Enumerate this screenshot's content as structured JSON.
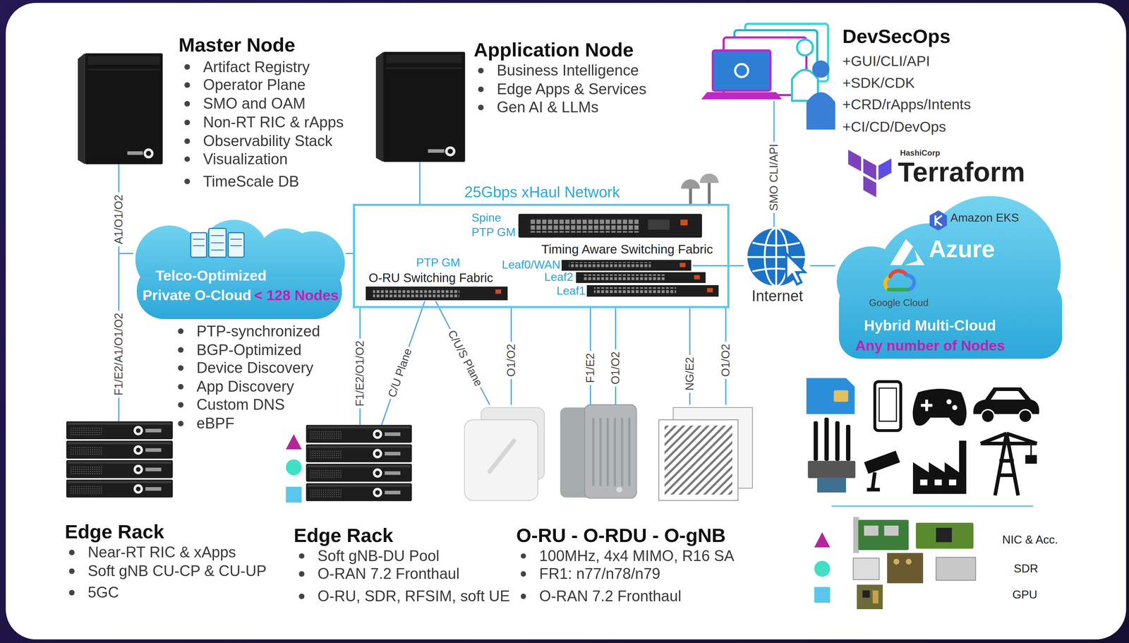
{
  "diagram": {
    "nodes": [
      {
        "text": [
          "Master Node",
          "Artifact Registry",
          "Operator Plane",
          "SMO and OAM",
          "Non-RT RIC & rApps",
          "Observability Stack",
          "Visualization",
          "TimeScale DB"
        ]
      },
      {
        "text": [
          "Application Node",
          "Business Intelligence",
          "Edge Apps & Services",
          "Gen AI & LLMs"
        ]
      },
      {
        "text": [
          "DevSecOps",
          "+GUI/CLI/API",
          "+SDK/CDK",
          "+CRD/rApps/Intents",
          "+CI/CD/DevOps"
        ]
      },
      {
        "text": [
          "Telco-Optimized",
          "Private O-Cloud",
          "< 128 Nodes"
        ]
      },
      {
        "text": [
          "25Gbps xHaul Network"
        ]
      },
      {
        "text": [
          "Spine",
          "PTP GM",
          "Timing Aware Switching Fabric"
        ],
        "in": 4
      },
      {
        "text": [
          "PTP GM",
          "O-RU Switching Fabric"
        ],
        "in": 4
      },
      {
        "text": [
          "Leaf0/WAN"
        ],
        "in": 4
      },
      {
        "text": [
          "Leaf2"
        ],
        "in": 4
      },
      {
        "text": [
          "Leaf1"
        ],
        "in": 4
      },
      {
        "text": [
          "Internet"
        ]
      },
      {
        "text": [
          "Amazon EKS",
          "Azure",
          "Google Cloud",
          "Hybrid Multi-Cloud",
          "Any number of Nodes"
        ]
      },
      {
        "text": [
          "Edge Rack",
          "Near-RT RIC & xApps",
          "Soft gNB CU-CP & CU-UP",
          "5GC"
        ]
      },
      {
        "text": [
          "Edge Rack",
          "Soft gNB-DU Pool",
          "O-RAN 7.2 Fronthaul",
          "O-RU, SDR, RFSIM, soft UE"
        ]
      },
      {
        "text": [
          "O-RU - O-RDU - O-gNB",
          "100MHz, 4x4 MIMO, R16 SA",
          "FR1: n77/n78/n79",
          "O-RAN 7.2 Fronthaul"
        ]
      }
    ],
    "edges": [
      {
        "from": 0,
        "to": 3,
        "label": "A1/O1/O2",
        "arrow": "none"
      },
      {
        "from": 12,
        "to": 3,
        "label": "F1/E2/A1/O1/O2",
        "arrow": "none"
      },
      {
        "from": 3,
        "to": 4,
        "arrow": "none"
      },
      {
        "from": 1,
        "to": 4,
        "arrow": "none"
      },
      {
        "from": 2,
        "to": 10,
        "label": "SMO CLI/API",
        "arrow": "none"
      },
      {
        "from": 7,
        "to": 10,
        "arrow": "none"
      },
      {
        "from": 10,
        "to": 11,
        "arrow": "none"
      },
      {
        "from": 13,
        "to": 4,
        "label": "F1/E2/O1/O2",
        "arrow": "none"
      },
      {
        "from": 13,
        "to": 6,
        "label": "C/U Plane",
        "arrow": "none"
      },
      {
        "from": 6,
        "to": 14,
        "label": "C/U/S Plane",
        "arrow": "none"
      },
      {
        "from": 4,
        "to": 14,
        "label": "O1/O2",
        "arrow": "none"
      },
      {
        "from": 4,
        "to": 14,
        "label": "F1/E2",
        "arrow": "none"
      },
      {
        "from": 4,
        "to": 14,
        "label": "O1/O2",
        "arrow": "none"
      },
      {
        "from": 4,
        "to": 14,
        "label": "NG/E2",
        "arrow": "none"
      },
      {
        "from": 4,
        "to": 14,
        "label": "O1/O2",
        "arrow": "none"
      }
    ],
    "labels": [
      "PTP-synchronized",
      "BGP-Optimized",
      "Device Discovery",
      "App Discovery",
      "Custom DNS",
      "eBPF",
      "HashiCorp",
      "Terraform"
    ],
    "legend": [
      {
        "text": "NIC & Acc.",
        "color": "#b5249b"
      },
      {
        "text": "SDR",
        "color": "#3fe0c5"
      },
      {
        "text": "GPU",
        "color": "#5cc6ea"
      }
    ]
  }
}
